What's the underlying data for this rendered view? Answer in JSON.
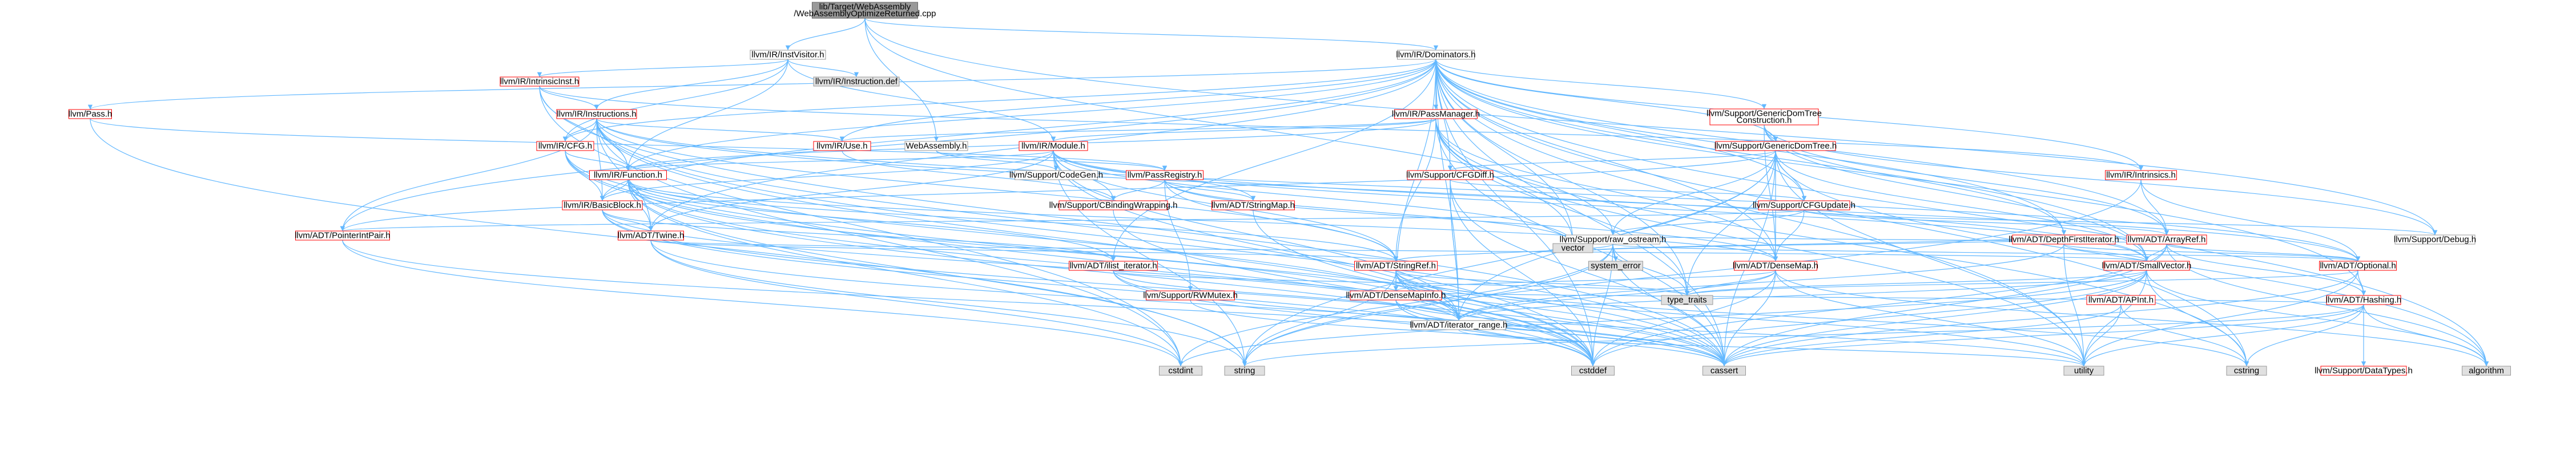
{
  "colors": {
    "root_fill": "#999999",
    "root_stroke": "#666666",
    "node_fill": "#ffffff",
    "node_stroke": "#999999",
    "red_stroke": "#ff0000",
    "gray_fill": "#e0e0e0",
    "edge": "#63b8ff",
    "text": "#000000"
  },
  "root": {
    "id": "root",
    "label": "lib/Target/WebAssembly\n/WebAssemblyOptimizeReturned.cpp"
  },
  "nodes": [
    {
      "id": "root",
      "label": "lib/Target/WebAssembly\n/WebAssemblyOptimizeReturned.cpp",
      "kind": "root"
    },
    {
      "id": "instvisitor",
      "label": "llvm/IR/InstVisitor.h",
      "kind": "normal"
    },
    {
      "id": "dominators",
      "label": "llvm/IR/Dominators.h",
      "kind": "normal"
    },
    {
      "id": "intrinsicinst",
      "label": "llvm/IR/IntrinsicInst.h",
      "kind": "red"
    },
    {
      "id": "instructiondef",
      "label": "llvm/IR/Instruction.def",
      "kind": "gray"
    },
    {
      "id": "pass",
      "label": "llvm/Pass.h",
      "kind": "red"
    },
    {
      "id": "instructions",
      "label": "llvm/IR/Instructions.h",
      "kind": "red"
    },
    {
      "id": "passmanager",
      "label": "llvm/IR/PassManager.h",
      "kind": "red"
    },
    {
      "id": "gdtconstruction",
      "label": "llvm/Support/GenericDomTree\nConstruction.h",
      "kind": "red"
    },
    {
      "id": "cfg",
      "label": "llvm/IR/CFG.h",
      "kind": "red"
    },
    {
      "id": "use",
      "label": "llvm/IR/Use.h",
      "kind": "red"
    },
    {
      "id": "webassembly",
      "label": "WebAssembly.h",
      "kind": "normal"
    },
    {
      "id": "module",
      "label": "llvm/IR/Module.h",
      "kind": "red"
    },
    {
      "id": "gdt",
      "label": "llvm/Support/GenericDomTree.h",
      "kind": "red"
    },
    {
      "id": "codegen",
      "label": "llvm/Support/CodeGen.h",
      "kind": "normal"
    },
    {
      "id": "function",
      "label": "llvm/IR/Function.h",
      "kind": "red"
    },
    {
      "id": "passregistry",
      "label": "llvm/PassRegistry.h",
      "kind": "red"
    },
    {
      "id": "cfgdiff",
      "label": "llvm/Support/CFGDiff.h",
      "kind": "red"
    },
    {
      "id": "intrinsics",
      "label": "llvm/IR/Intrinsics.h",
      "kind": "red"
    },
    {
      "id": "basicblock",
      "label": "llvm/IR/BasicBlock.h",
      "kind": "red"
    },
    {
      "id": "cbinding",
      "label": "llvm/Support/CBindingWrapping.h",
      "kind": "red"
    },
    {
      "id": "stringmap",
      "label": "llvm/ADT/StringMap.h",
      "kind": "red"
    },
    {
      "id": "cfgupdate",
      "label": "llvm/Support/CFGUpdate.h",
      "kind": "red"
    },
    {
      "id": "pointerintpair",
      "label": "llvm/ADT/PointerIntPair.h",
      "kind": "red"
    },
    {
      "id": "twine",
      "label": "llvm/ADT/Twine.h",
      "kind": "red"
    },
    {
      "id": "rawostream",
      "label": "llvm/Support/raw_ostream.h",
      "kind": "normal"
    },
    {
      "id": "dfiterator",
      "label": "llvm/ADT/DepthFirstIterator.h",
      "kind": "red"
    },
    {
      "id": "arrayref",
      "label": "llvm/ADT/ArrayRef.h",
      "kind": "red"
    },
    {
      "id": "debug",
      "label": "llvm/Support/Debug.h",
      "kind": "normal"
    },
    {
      "id": "ilistiterator",
      "label": "llvm/ADT/ilist_iterator.h",
      "kind": "red"
    },
    {
      "id": "stringref",
      "label": "llvm/ADT/StringRef.h",
      "kind": "red"
    },
    {
      "id": "systemerror",
      "label": "system_error",
      "kind": "gray"
    },
    {
      "id": "densemap",
      "label": "llvm/ADT/DenseMap.h",
      "kind": "red"
    },
    {
      "id": "smallvector",
      "label": "llvm/ADT/SmallVector.h",
      "kind": "red"
    },
    {
      "id": "optional",
      "label": "llvm/ADT/Optional.h",
      "kind": "red"
    },
    {
      "id": "vector",
      "label": "vector",
      "kind": "gray"
    },
    {
      "id": "rwmutex",
      "label": "llvm/Support/RWMutex.h",
      "kind": "red"
    },
    {
      "id": "densemapinfo",
      "label": "llvm/ADT/DenseMapInfo.h",
      "kind": "red"
    },
    {
      "id": "iteratorrange",
      "label": "llvm/ADT/iterator_range.h",
      "kind": "normal"
    },
    {
      "id": "typetraits",
      "label": "type_traits",
      "kind": "gray"
    },
    {
      "id": "apint",
      "label": "llvm/ADT/APInt.h",
      "kind": "red"
    },
    {
      "id": "hashing",
      "label": "llvm/ADT/Hashing.h",
      "kind": "red"
    },
    {
      "id": "cstdint",
      "label": "cstdint",
      "kind": "gray"
    },
    {
      "id": "string",
      "label": "string",
      "kind": "gray"
    },
    {
      "id": "cstddef",
      "label": "cstddef",
      "kind": "gray"
    },
    {
      "id": "cassert",
      "label": "cassert",
      "kind": "gray"
    },
    {
      "id": "utility",
      "label": "utility",
      "kind": "gray"
    },
    {
      "id": "cstring",
      "label": "cstring",
      "kind": "gray"
    },
    {
      "id": "datatypes",
      "label": "llvm/Support/DataTypes.h",
      "kind": "red"
    },
    {
      "id": "algorithm",
      "label": "algorithm",
      "kind": "gray"
    }
  ],
  "edges": [
    [
      "root",
      "instvisitor"
    ],
    [
      "root",
      "dominators"
    ],
    [
      "root",
      "webassembly"
    ],
    [
      "root",
      "rawostream"
    ],
    [
      "root",
      "debug"
    ],
    [
      "instvisitor",
      "intrinsicinst"
    ],
    [
      "instvisitor",
      "instructiondef"
    ],
    [
      "instvisitor",
      "instructions"
    ],
    [
      "instvisitor",
      "function"
    ],
    [
      "instvisitor",
      "module"
    ],
    [
      "instvisitor",
      "cfg"
    ],
    [
      "intrinsicinst",
      "instructions"
    ],
    [
      "intrinsicinst",
      "function"
    ],
    [
      "intrinsicinst",
      "intrinsics"
    ],
    [
      "intrinsicinst",
      "cstdint"
    ],
    [
      "intrinsicinst",
      "cassert"
    ],
    [
      "dominators",
      "pass"
    ],
    [
      "dominators",
      "passmanager"
    ],
    [
      "dominators",
      "gdtconstruction"
    ],
    [
      "dominators",
      "gdt"
    ],
    [
      "dominators",
      "cfg"
    ],
    [
      "dominators",
      "use"
    ],
    [
      "dominators",
      "function"
    ],
    [
      "dominators",
      "basicblock"
    ],
    [
      "dominators",
      "twine"
    ],
    [
      "dominators",
      "dfiterator"
    ],
    [
      "dominators",
      "arrayref"
    ],
    [
      "dominators",
      "densemap"
    ],
    [
      "dominators",
      "densemapinfo"
    ],
    [
      "dominators",
      "hashing"
    ],
    [
      "dominators",
      "smallvector"
    ],
    [
      "dominators",
      "cfgdiff"
    ],
    [
      "dominators",
      "cfgupdate"
    ],
    [
      "dominators",
      "pointerintpair"
    ],
    [
      "dominators",
      "iteratorrange"
    ],
    [
      "dominators",
      "algorithm"
    ],
    [
      "dominators",
      "utility"
    ],
    [
      "dominators",
      "cassert"
    ],
    [
      "dominators",
      "vector"
    ],
    [
      "dominators",
      "ilistiterator"
    ],
    [
      "dominators",
      "intrinsics"
    ],
    [
      "dominators",
      "typetraits"
    ],
    [
      "dominators",
      "cstddef"
    ],
    [
      "dominators",
      "cstring"
    ],
    [
      "pass",
      "passregistry"
    ],
    [
      "pass",
      "string"
    ],
    [
      "instructions",
      "use"
    ],
    [
      "instructions",
      "cfg"
    ],
    [
      "instructions",
      "function"
    ],
    [
      "instructions",
      "basicblock"
    ],
    [
      "instructions",
      "twine"
    ],
    [
      "instructions",
      "stringref"
    ],
    [
      "instructions",
      "iteratorrange"
    ],
    [
      "instructions",
      "optional"
    ],
    [
      "instructions",
      "smallvector"
    ],
    [
      "instructions",
      "cstdint"
    ],
    [
      "instructions",
      "cstddef"
    ],
    [
      "instructions",
      "cassert"
    ],
    [
      "instructions",
      "pointerintpair"
    ],
    [
      "passmanager",
      "module"
    ],
    [
      "passmanager",
      "function"
    ],
    [
      "passmanager",
      "densemap"
    ],
    [
      "passmanager",
      "stringref"
    ],
    [
      "passmanager",
      "typetraits"
    ],
    [
      "passmanager",
      "vector"
    ],
    [
      "passmanager",
      "cassert"
    ],
    [
      "passmanager",
      "cstring"
    ],
    [
      "passmanager",
      "utility"
    ],
    [
      "passmanager",
      "use"
    ],
    [
      "gdtconstruction",
      "gdt"
    ],
    [
      "gdtconstruction",
      "dfiterator"
    ],
    [
      "gdtconstruction",
      "smallvector"
    ],
    [
      "gdtconstruction",
      "arrayref"
    ],
    [
      "gdtconstruction",
      "debug"
    ],
    [
      "gdtconstruction",
      "densemap"
    ],
    [
      "cfg",
      "function"
    ],
    [
      "cfg",
      "basicblock"
    ],
    [
      "cfg",
      "iteratorrange"
    ],
    [
      "cfg",
      "cassert"
    ],
    [
      "cfg",
      "cstddef"
    ],
    [
      "use",
      "cbinding"
    ],
    [
      "webassembly",
      "codegen"
    ],
    [
      "webassembly",
      "passregistry"
    ],
    [
      "module",
      "function"
    ],
    [
      "module",
      "stringmap"
    ],
    [
      "module",
      "stringref"
    ],
    [
      "module",
      "iteratorrange"
    ],
    [
      "module",
      "twine"
    ],
    [
      "module",
      "codegen"
    ],
    [
      "module",
      "cbinding"
    ],
    [
      "module",
      "vector"
    ],
    [
      "module",
      "string"
    ],
    [
      "module",
      "cstddef"
    ],
    [
      "module",
      "optional"
    ],
    [
      "module",
      "smallvector"
    ],
    [
      "module",
      "basicblock"
    ],
    [
      "gdt",
      "cfgdiff"
    ],
    [
      "gdt",
      "cfgupdate"
    ],
    [
      "gdt",
      "rawostream"
    ],
    [
      "gdt",
      "smallvector"
    ],
    [
      "gdt",
      "pointerintpair"
    ],
    [
      "gdt",
      "densemap"
    ],
    [
      "gdt",
      "iteratorrange"
    ],
    [
      "gdt",
      "algorithm"
    ],
    [
      "gdt",
      "cassert"
    ],
    [
      "gdt",
      "utility"
    ],
    [
      "gdt",
      "memory"
    ],
    [
      "gdt",
      "typetraits"
    ],
    [
      "gdt",
      "string"
    ],
    [
      "function",
      "basicblock"
    ],
    [
      "function",
      "twine"
    ],
    [
      "function",
      "stringref"
    ],
    [
      "function",
      "iteratorrange"
    ],
    [
      "function",
      "ilistiterator"
    ],
    [
      "function",
      "cstdint"
    ],
    [
      "function",
      "cstddef"
    ],
    [
      "function",
      "string"
    ],
    [
      "function",
      "cassert"
    ],
    [
      "function",
      "densemap"
    ],
    [
      "passregistry",
      "stringref"
    ],
    [
      "passregistry",
      "stringmap"
    ],
    [
      "passregistry",
      "densemap"
    ],
    [
      "passregistry",
      "rwmutex"
    ],
    [
      "passregistry",
      "cbinding"
    ],
    [
      "passregistry",
      "vector"
    ],
    [
      "cfgdiff",
      "cfgupdate"
    ],
    [
      "cfgdiff",
      "iteratorrange"
    ],
    [
      "cfgdiff",
      "cassert"
    ],
    [
      "cfgdiff",
      "cstddef"
    ],
    [
      "cfgdiff",
      "iteratorrange"
    ],
    [
      "intrinsics",
      "arrayref"
    ],
    [
      "intrinsics",
      "optional"
    ],
    [
      "intrinsics",
      "string"
    ],
    [
      "basicblock",
      "twine"
    ],
    [
      "basicblock",
      "iteratorrange"
    ],
    [
      "basicblock",
      "ilistiterator"
    ],
    [
      "basicblock",
      "cassert"
    ],
    [
      "basicblock",
      "cstddef"
    ],
    [
      "cbinding",
      "cstddef"
    ],
    [
      "stringmap",
      "cstddef"
    ],
    [
      "cfgupdate",
      "arrayref"
    ],
    [
      "cfgupdate",
      "debug"
    ],
    [
      "cfgupdate",
      "rawostream"
    ],
    [
      "cfgupdate",
      "densemap"
    ],
    [
      "cfgupdate",
      "pointerintpair"
    ],
    [
      "pointerintpair",
      "cstdint"
    ],
    [
      "pointerintpair",
      "cassert"
    ],
    [
      "twine",
      "stringref"
    ],
    [
      "twine",
      "smallvector"
    ],
    [
      "twine",
      "string"
    ],
    [
      "twine",
      "cstdint"
    ],
    [
      "twine",
      "cassert"
    ],
    [
      "rawostream",
      "stringref"
    ],
    [
      "rawostream",
      "systemerror"
    ],
    [
      "rawostream",
      "typetraits"
    ],
    [
      "rawostream",
      "cstddef"
    ],
    [
      "rawostream",
      "cstdint"
    ],
    [
      "rawostream",
      "string"
    ],
    [
      "rawostream",
      "cassert"
    ],
    [
      "rawostream",
      "arrayref"
    ],
    [
      "rawostream",
      "optional"
    ],
    [
      "dfiterator",
      "smallvector"
    ],
    [
      "dfiterator",
      "iteratorrange"
    ],
    [
      "dfiterator",
      "optional"
    ],
    [
      "dfiterator",
      "utility"
    ],
    [
      "dfiterator",
      "vector"
    ],
    [
      "arrayref",
      "smallvector"
    ],
    [
      "arrayref",
      "optional"
    ],
    [
      "arrayref",
      "hashing"
    ],
    [
      "arrayref",
      "vector"
    ],
    [
      "arrayref",
      "algorithm"
    ],
    [
      "arrayref",
      "cassert"
    ],
    [
      "arrayref",
      "cstddef"
    ],
    [
      "ilistiterator",
      "cassert"
    ],
    [
      "ilistiterator",
      "cstddef"
    ],
    [
      "ilistiterator",
      "iteratorrange"
    ],
    [
      "ilistiterator",
      "typetraits"
    ],
    [
      "stringref",
      "densemapinfo"
    ],
    [
      "stringref",
      "iteratorrange"
    ],
    [
      "stringref",
      "cassert"
    ],
    [
      "stringref",
      "cstddef"
    ],
    [
      "stringref",
      "cstring"
    ],
    [
      "stringref",
      "string"
    ],
    [
      "stringref",
      "utility"
    ],
    [
      "stringref",
      "typetraits"
    ],
    [
      "densemap",
      "densemapinfo"
    ],
    [
      "densemap",
      "iteratorrange"
    ],
    [
      "densemap",
      "cassert"
    ],
    [
      "densemap",
      "cstddef"
    ],
    [
      "densemap",
      "utility"
    ],
    [
      "densemap",
      "algorithm"
    ],
    [
      "densemap",
      "typetraits"
    ],
    [
      "smallvector",
      "iteratorrange"
    ],
    [
      "smallvector",
      "cassert"
    ],
    [
      "smallvector",
      "cstddef"
    ],
    [
      "smallvector",
      "cstring"
    ],
    [
      "smallvector",
      "utility"
    ],
    [
      "smallvector",
      "algorithm"
    ],
    [
      "smallvector",
      "typetraits"
    ],
    [
      "smallvector",
      "cstdint"
    ],
    [
      "optional",
      "hashing"
    ],
    [
      "optional",
      "cassert"
    ],
    [
      "optional",
      "utility"
    ],
    [
      "optional",
      "typetraits"
    ],
    [
      "rwmutex",
      "cassert"
    ],
    [
      "densemapinfo",
      "cassert"
    ],
    [
      "densemapinfo",
      "cstddef"
    ],
    [
      "densemapinfo",
      "utility"
    ],
    [
      "densemapinfo",
      "hashing"
    ],
    [
      "iteratorrange",
      "utility"
    ],
    [
      "apint",
      "cassert"
    ],
    [
      "apint",
      "cstring"
    ],
    [
      "apint",
      "utility"
    ],
    [
      "hashing",
      "datatypes"
    ],
    [
      "hashing",
      "algorithm"
    ],
    [
      "hashing",
      "cassert"
    ],
    [
      "hashing",
      "cstring"
    ],
    [
      "hashing",
      "string"
    ],
    [
      "hashing",
      "utility"
    ]
  ]
}
